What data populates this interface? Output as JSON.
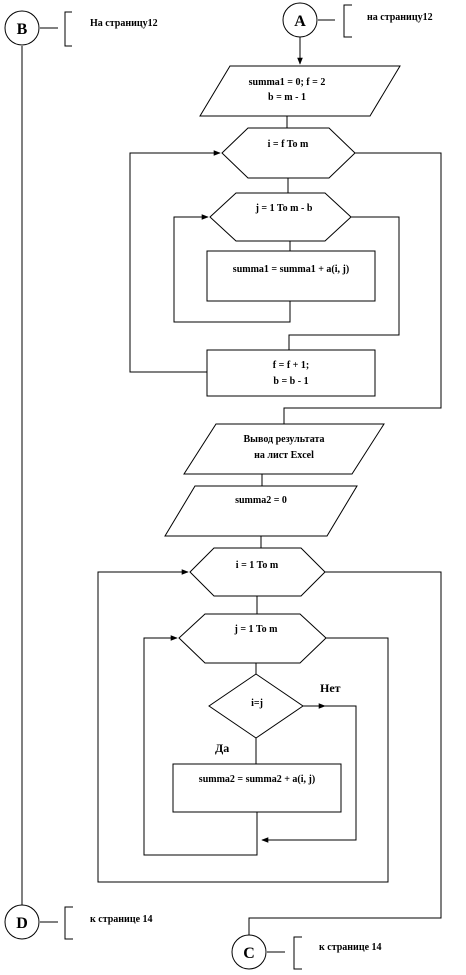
{
  "connectors": {
    "B": {
      "letter": "B",
      "note": "На страницу12"
    },
    "A": {
      "letter": "A",
      "note": "на страницу12"
    },
    "D": {
      "letter": "D",
      "note": "к странице 14"
    },
    "C": {
      "letter": "C",
      "note": "к странице 14"
    }
  },
  "blocks": {
    "init1_line1": "summa1 = 0; f = 2",
    "init1_line2": "b = m - 1",
    "loop_i1": "i = f To m",
    "loop_j1": "j = 1 To m - b",
    "assign1": "summa1 = summa1 + a(i, j)",
    "update_line1": "f = f + 1;",
    "update_line2": "b = b - 1",
    "output_line1": "Вывод результата",
    "output_line2": "на лист Excel",
    "init2": "summa2 = 0",
    "loop_i2": "i = 1 To m",
    "loop_j2": "j = 1 To m",
    "cond": "i=j",
    "cond_no": "Нет",
    "cond_yes": "Да",
    "assign2": "summa2 = summa2 + a(i, j)"
  }
}
